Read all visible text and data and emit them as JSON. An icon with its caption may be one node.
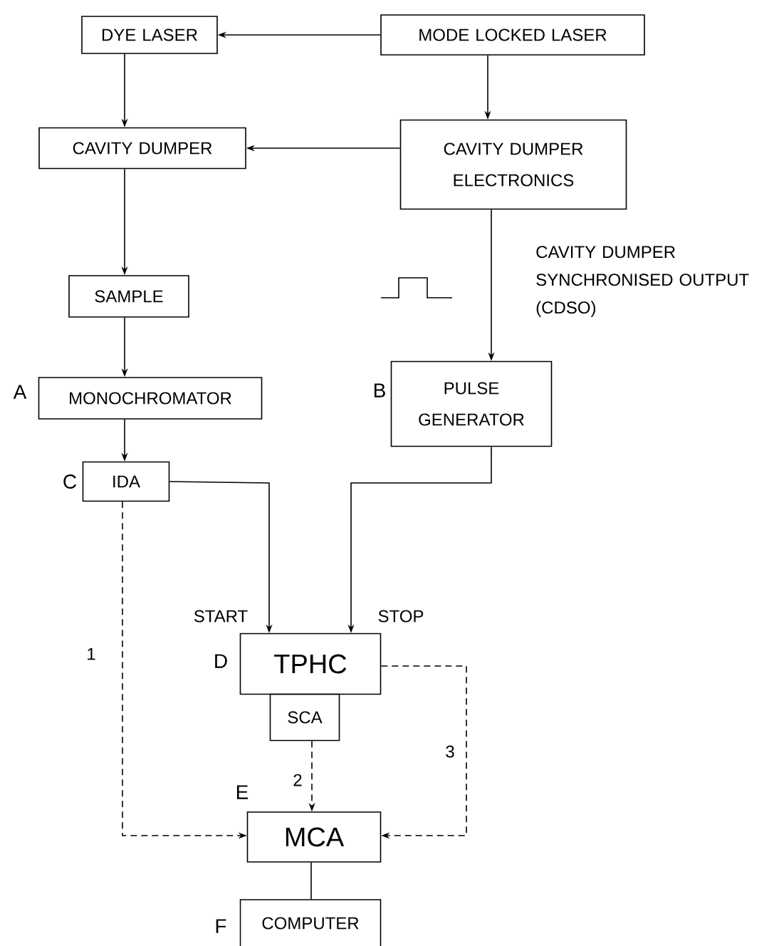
{
  "diagram": {
    "nodes": [
      {
        "text": [
          "DYE LASER"
        ]
      },
      {
        "text": [
          "MODE LOCKED LASER"
        ]
      },
      {
        "text": [
          "CAVITY DUMPER"
        ]
      },
      {
        "text": [
          "CAVITY DUMPER ELECTRONICS"
        ]
      },
      {
        "text": [
          "SAMPLE"
        ]
      },
      {
        "text": [
          "MONOCHROMATOR"
        ],
        "beside": [
          "A"
        ]
      },
      {
        "text": [
          "PULSE GENERATOR"
        ],
        "beside": [
          "B"
        ]
      },
      {
        "text": [
          "IDA"
        ],
        "beside": [
          "C"
        ]
      },
      {
        "text": [
          "TPHC"
        ],
        "beside": [
          "D"
        ]
      },
      {
        "text": [
          "SCA"
        ]
      },
      {
        "text": [
          "MCA"
        ],
        "beside": [
          "E"
        ]
      },
      {
        "text": [
          "COMPUTER"
        ],
        "beside": [
          "F"
        ]
      }
    ],
    "edges": [
      {
        "from": 1,
        "to": 0,
        "arrow": "to"
      },
      {
        "from": 0,
        "to": 2,
        "arrow": "to"
      },
      {
        "from": 1,
        "to": 3,
        "arrow": "to"
      },
      {
        "from": 3,
        "to": 2,
        "arrow": "to"
      },
      {
        "from": 2,
        "to": 4,
        "arrow": "to"
      },
      {
        "from": 4,
        "to": 5,
        "arrow": "to"
      },
      {
        "from": 3,
        "to": 6,
        "arrow": "to"
      },
      {
        "from": 5,
        "to": 7,
        "arrow": "to"
      },
      {
        "from": 7,
        "to": 8,
        "arrow": "to",
        "label": "START"
      },
      {
        "from": 6,
        "to": 8,
        "arrow": "to",
        "label": "STOP"
      },
      {
        "from": 7,
        "to": 10,
        "arrow": "to",
        "label": "1",
        "style": "dashed"
      },
      {
        "from": 9,
        "to": 10,
        "arrow": "to",
        "label": "2",
        "style": "dashed"
      },
      {
        "from": 8,
        "to": 10,
        "arrow": "to",
        "label": "3",
        "style": "dashed"
      },
      {
        "from": 10,
        "to": 11,
        "arrow": "none"
      }
    ],
    "labels": [
      "CAVITY DUMPER SYNCHRONISED OUTPUT (CDSO)"
    ]
  }
}
